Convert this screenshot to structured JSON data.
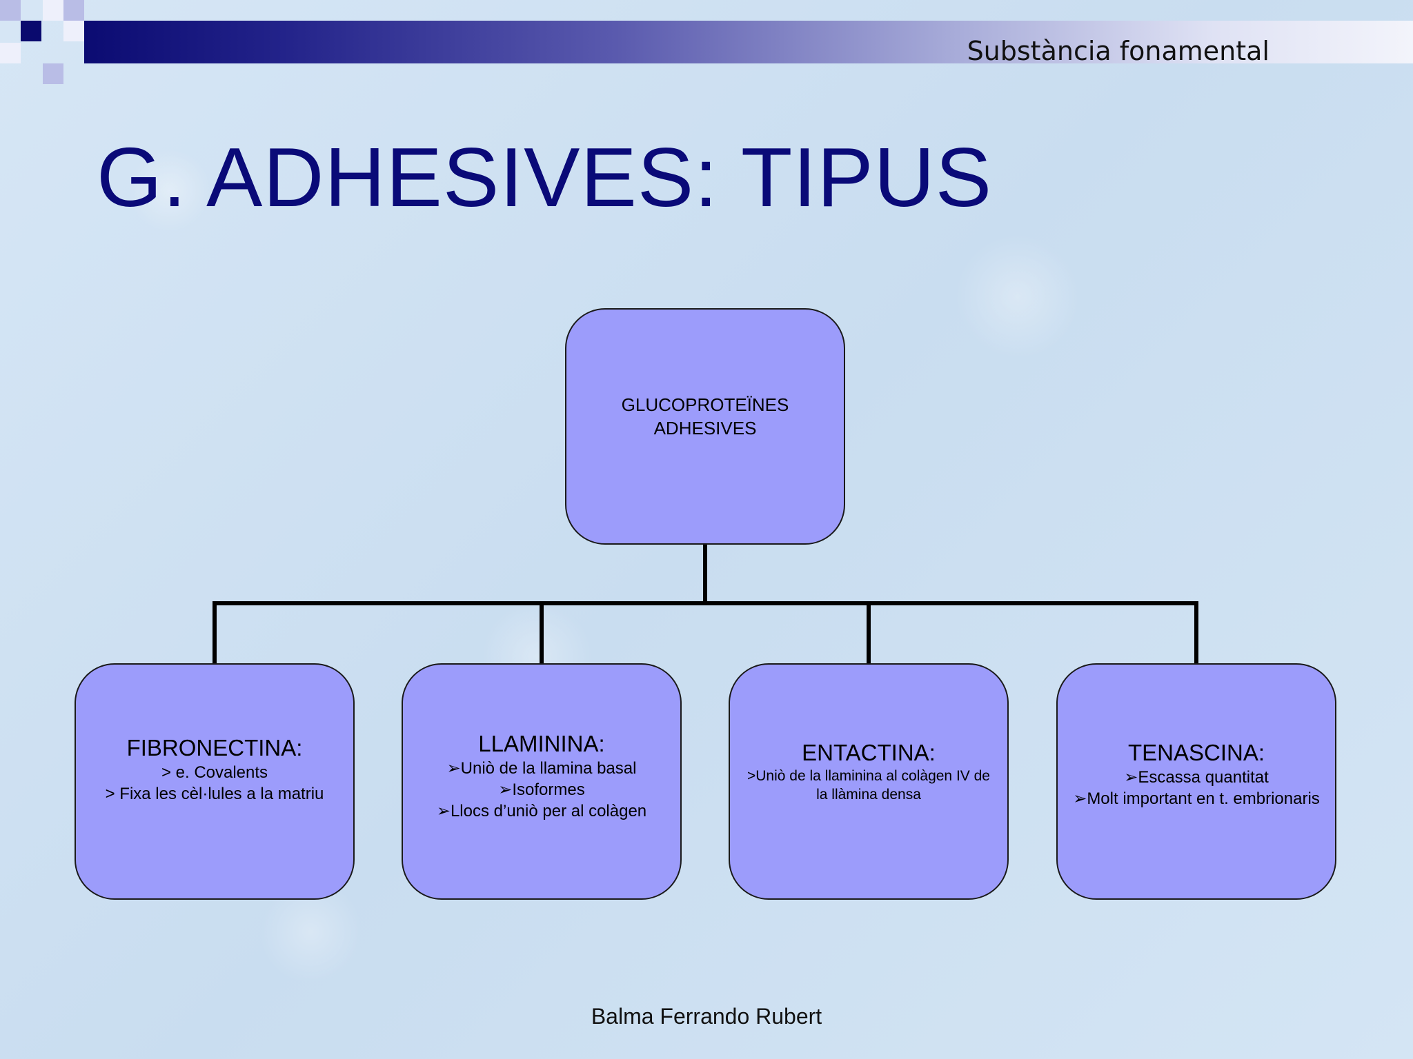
{
  "slide": {
    "header_title": "Substància fonamental",
    "title": "G. ADHESIVES: TIPUS",
    "footer": "Balma Ferrando Rubert"
  },
  "diagram": {
    "root": {
      "label": "GLUCOPROTEÏNES ADHESIVES"
    },
    "children": [
      {
        "heading": "FIBRONECTINA:",
        "lines": [
          "> e. Covalents",
          "> Fixa les cèl·lules a la matriu"
        ]
      },
      {
        "heading": "LLAMININA:",
        "lines": [
          "➢Uniò de la llamina basal",
          "➢Isoformes",
          "➢Llocs d’uniò per al colàgen"
        ]
      },
      {
        "heading": "ENTACTINA:",
        "lines": [
          ">Uniò de la llaminina al colàgen IV de la llàmina densa"
        ]
      },
      {
        "heading": "TENASCINA:",
        "lines": [
          "➢Escassa quantitat",
          "➢Molt important en t. embrionaris"
        ]
      }
    ]
  },
  "colors": {
    "node_fill": "#9c9cfb",
    "title_color": "#0a0a78",
    "header_bar_dark": "#0b0b72"
  }
}
